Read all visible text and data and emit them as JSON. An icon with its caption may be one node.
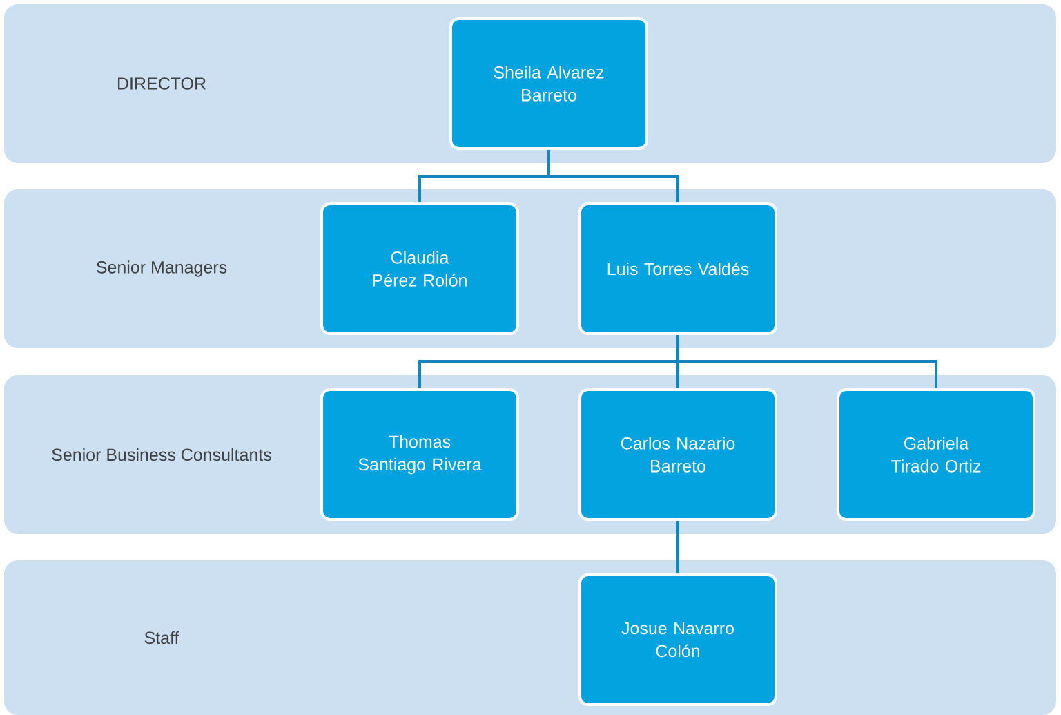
{
  "diagram": {
    "nodes": [
      {
        "text": [
          "DIRECTOR"
        ]
      },
      {
        "text": [
          "Sheila Alvarez Barreto"
        ],
        "in": 0
      },
      {
        "text": [
          "Senior Managers"
        ]
      },
      {
        "text": [
          "Claudia Pérez Rolón"
        ],
        "in": 2
      },
      {
        "text": [
          "Luis Torres Valdés"
        ],
        "in": 2
      },
      {
        "text": [
          "Senior Business Consultants"
        ]
      },
      {
        "text": [
          "Thomas Santiago Rivera"
        ],
        "in": 5
      },
      {
        "text": [
          "Carlos Nazario Barreto"
        ],
        "in": 5
      },
      {
        "text": [
          "Gabriela Tirado Ortiz"
        ],
        "in": 5
      },
      {
        "text": [
          "Staff"
        ]
      },
      {
        "text": [
          "Josue Navarro Colón"
        ],
        "in": 9
      }
    ],
    "edges": [
      {
        "from": 1,
        "to": 3,
        "arrow": "none"
      },
      {
        "from": 1,
        "to": 4,
        "arrow": "none"
      },
      {
        "from": 4,
        "to": 6,
        "arrow": "none"
      },
      {
        "from": 4,
        "to": 7,
        "arrow": "none"
      },
      {
        "from": 4,
        "to": 8,
        "arrow": "none"
      },
      {
        "from": 7,
        "to": 10,
        "arrow": "none"
      }
    ]
  }
}
